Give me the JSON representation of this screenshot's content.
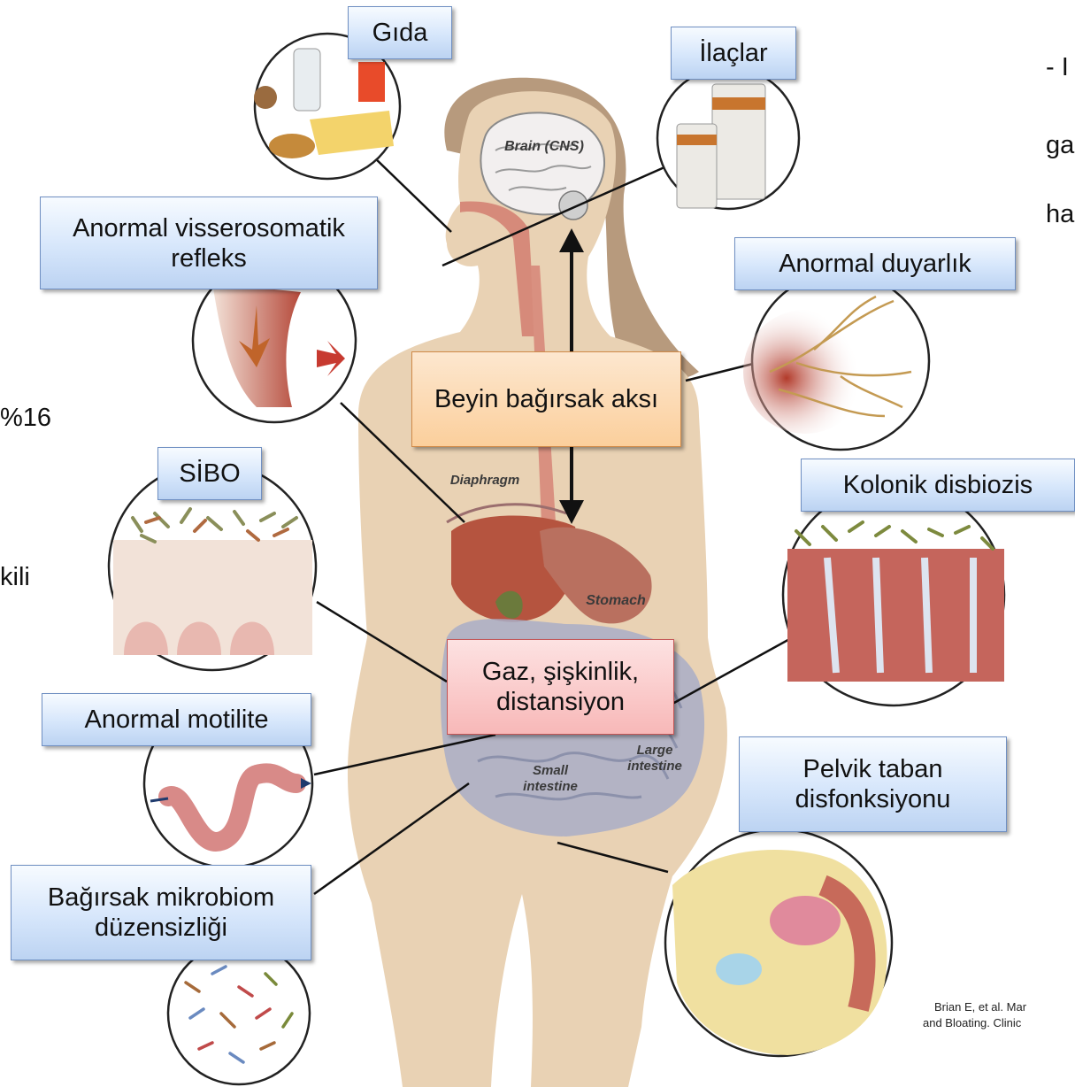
{
  "labels": {
    "gida": "Gıda",
    "ilaclar": "İlaçlar",
    "visserosomatik": "Anormal visserosomatik refleks",
    "duyarlik": "Anormal duyarlık",
    "beyin": "Beyin bağırsak aksı",
    "sibo": "SİBO",
    "kolonik": "Kolonik disbiozis",
    "gaz": "Gaz, şişkinlik, distansiyon",
    "motilite": "Anormal motilite",
    "pelvik": "Pelvik taban disfonksiyonu",
    "mikrobiom": "Bağırsak mikrobiom düzensizliği"
  },
  "organ_labels": {
    "brain": "Brain (CNS)",
    "diaphragm": "Diaphragm",
    "stomach": "Stomach",
    "large": "Large intestine",
    "small": "Small intestine"
  },
  "side_text": {
    "right_line1": "- I",
    "right_line2": "ga",
    "right_line3": "ha",
    "left_line1": "%16",
    "left_line2": "kili"
  },
  "citation": {
    "line1": "Brian E, et al. Mar",
    "line2": "and Bloating. Clinic"
  },
  "colors": {
    "label_blue": "#d6e6fb",
    "label_orange": "#fbcf9c",
    "label_red": "#f8b8b8",
    "body": "#e9d2b4",
    "hair": "#b79a7d"
  }
}
